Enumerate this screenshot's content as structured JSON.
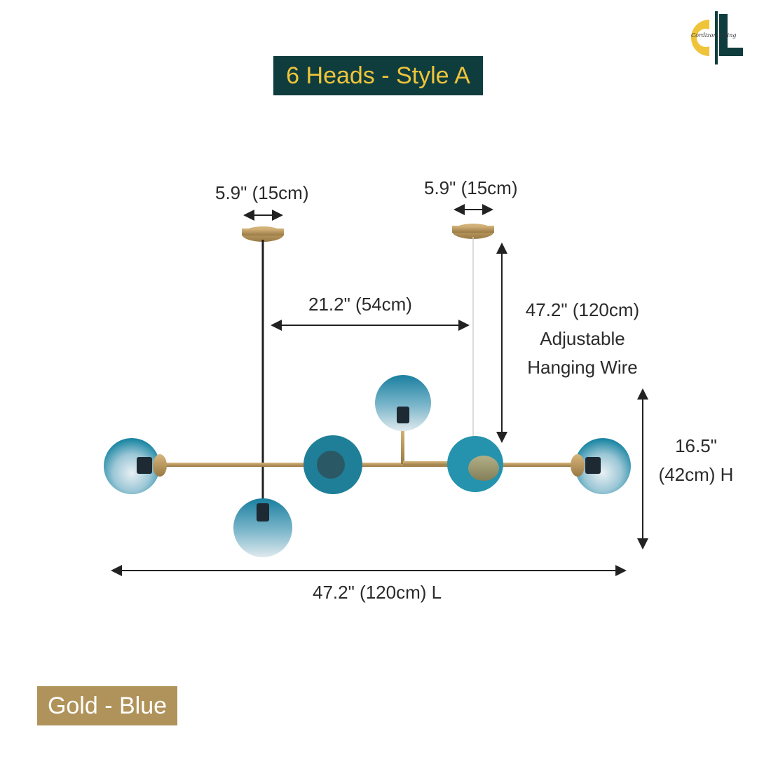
{
  "header": {
    "title": "6 Heads - Style A"
  },
  "brand": {
    "logo_text": "Cordizon Living",
    "accent_yellow": "#f0c43a",
    "dark_green": "#0f3d3e"
  },
  "dimensions": {
    "canopy_left": "5.9\" (15cm)",
    "canopy_right": "5.9\" (15cm)",
    "rod_spacing": "21.2\" (54cm)",
    "wire_line1": "47.2\" (120cm)",
    "wire_line2": "Adjustable",
    "wire_line3": "Hanging Wire",
    "height_line1": "16.5\"",
    "height_line2": "(42cm) H",
    "length": "47.2\" (120cm) L"
  },
  "variant": {
    "color_label": "Gold - Blue"
  },
  "colors": {
    "gold": "#b0935a",
    "glass_blue": "#1f8aa6",
    "glass_light": "#d9e6ee"
  }
}
